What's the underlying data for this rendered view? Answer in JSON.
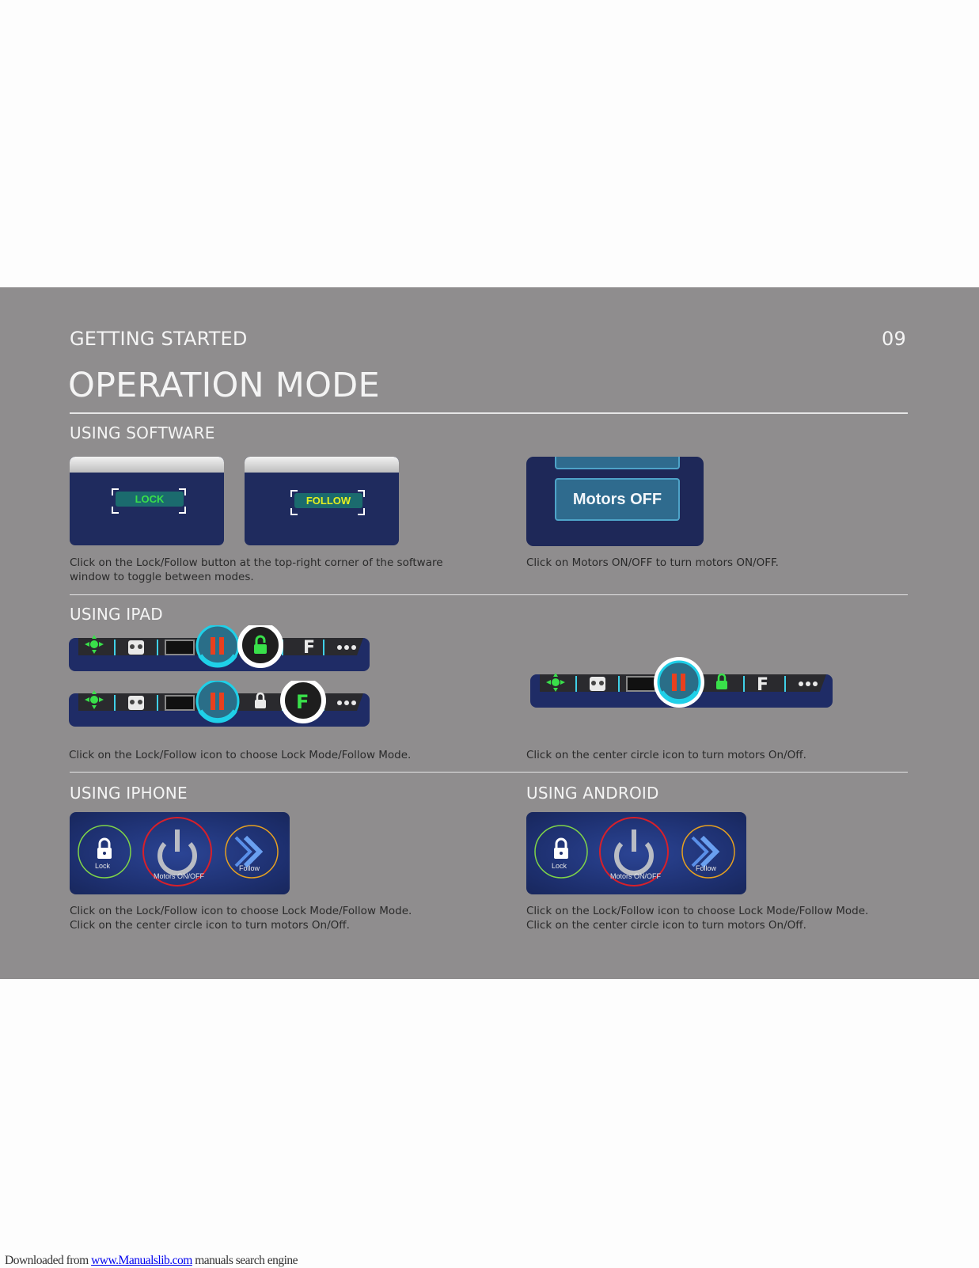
{
  "header": {
    "section": "GETTING STARTED",
    "page_number": "09",
    "title": "OPERATION MODE"
  },
  "software": {
    "heading": "USING SOFTWARE",
    "lock_label": "LOCK",
    "follow_label": "FOLLOW",
    "motors_label": "Motors OFF",
    "caption_left_1": "Click on the Lock/Follow button at the top-right corner of the software",
    "caption_left_2": "window to toggle between modes.",
    "caption_right": "Click on Motors ON/OFF to turn motors ON/OFF."
  },
  "ipad": {
    "heading": "USING IPAD",
    "caption_left": "Click on the Lock/Follow icon to choose Lock Mode/Follow Mode.",
    "caption_right": "Click on the center circle icon to turn motors On/Off.",
    "f_label": "F",
    "more_label": "•••"
  },
  "iphone": {
    "heading": "USING IPHONE",
    "lock_label": "Lock",
    "motors_label": "Motors ON/OFF",
    "follow_label": "Follow",
    "caption_1": "Click on the Lock/Follow icon to choose Lock Mode/Follow Mode.",
    "caption_2": "Click on the center circle icon to turn motors On/Off."
  },
  "android": {
    "heading": "USING ANDROID",
    "lock_label": "Lock",
    "motors_label": "Motors ON/OFF",
    "follow_label": "Follow",
    "caption_1": "Click on the Lock/Follow icon to choose Lock Mode/Follow Mode.",
    "caption_2": "Click on the center circle icon to turn motors On/Off."
  },
  "footer": {
    "prefix": "Downloaded from ",
    "link": "www.Manualslib.com",
    "suffix": " manuals search engine"
  },
  "colors": {
    "panel_bg": "#8f8d8e",
    "navy": "#1f2b5e",
    "lock_green": "#39e04a",
    "follow_yellow": "#e6f020",
    "motor_red": "#e8401e",
    "cyan_ring": "#1fd0e8"
  }
}
